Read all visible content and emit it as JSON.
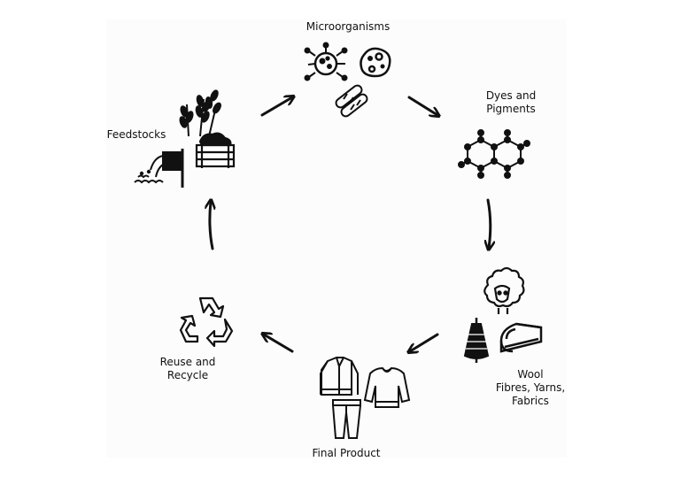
{
  "colors": {
    "ink": "#111111",
    "panel": "#fcfcfc",
    "background": "#ffffff"
  },
  "nodes": [
    {
      "id": "microorganisms",
      "lines": [
        "Microorganisms"
      ],
      "icons": [
        "bacteria-icon",
        "cell-icon",
        "bacilli-icon"
      ]
    },
    {
      "id": "dyes",
      "lines": [
        "Dyes and",
        "Pigments"
      ],
      "icons": [
        "molecule-icon"
      ]
    },
    {
      "id": "wool",
      "lines": [
        "Wool",
        "Fibres, Yarns,",
        "Fabrics"
      ],
      "icons": [
        "sheep-icon",
        "yarn-cone-icon",
        "fabric-roll-icon"
      ]
    },
    {
      "id": "product",
      "lines": [
        "Final Product"
      ],
      "icons": [
        "cardigan-icon",
        "sweater-icon",
        "trousers-icon"
      ]
    },
    {
      "id": "recycle",
      "lines": [
        "Reuse and",
        "Recycle"
      ],
      "icons": [
        "recycle-icon"
      ]
    },
    {
      "id": "feedstocks",
      "lines": [
        "Feedstocks"
      ],
      "icons": [
        "wheat-icon",
        "crate-icon",
        "outflow-pipe-icon"
      ]
    }
  ],
  "cycle_direction": "clockwise"
}
